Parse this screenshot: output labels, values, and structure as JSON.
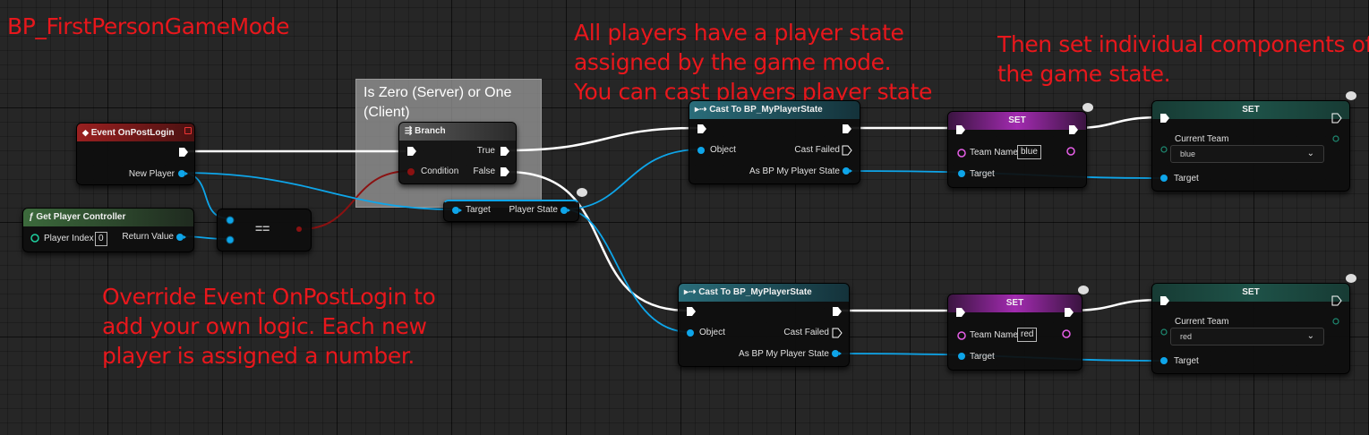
{
  "blueprint_title": "BP_FirstPersonGameMode",
  "annotations": {
    "top_center": "All players have a player state\nassigned by the game mode.\nYou can cast players player state",
    "top_right": "Then set individual components of\nthe game state.",
    "bottom_left": "Override Event OnPostLogin to\nadd your own logic. Each new\nplayer is assigned a number."
  },
  "comment_box": {
    "title": "Is Zero (Server) or One\n(Client)"
  },
  "nodes": {
    "event": {
      "title": "Event OnPostLogin",
      "new_player": "New Player"
    },
    "get_pc": {
      "title": "Get Player Controller",
      "player_index": "Player Index",
      "player_index_value": "0",
      "return_value": "Return Value"
    },
    "equals": {
      "label": "=="
    },
    "branch": {
      "title": "Branch",
      "condition": "Condition",
      "true": "True",
      "false": "False"
    },
    "player_state": {
      "target": "Target",
      "output": "Player State"
    },
    "cast_top": {
      "title": "Cast To BP_MyPlayerState",
      "object": "Object",
      "cast_failed": "Cast Failed",
      "output": "As BP My Player State"
    },
    "cast_bottom": {
      "title": "Cast To BP_MyPlayerState",
      "object": "Object",
      "cast_failed": "Cast Failed",
      "output": "As BP My Player State"
    },
    "set_team_name_top": {
      "title": "SET",
      "field": "Team Name",
      "value": "blue",
      "target": "Target"
    },
    "set_team_name_bottom": {
      "title": "SET",
      "field": "Team Name",
      "value": "red",
      "target": "Target"
    },
    "set_current_team_top": {
      "title": "SET",
      "field": "Current Team",
      "value": "blue",
      "target": "Target"
    },
    "set_current_team_bottom": {
      "title": "SET",
      "field": "Current Team",
      "value": "red",
      "target": "Target"
    }
  },
  "colors": {
    "annotation": "#e8171c",
    "exec_wire": "#ffffff",
    "object_wire": "#0ea5e9",
    "bool_wire": "#8b1111",
    "event_header": "#8a1d1d",
    "function_header": "#2f4f2f",
    "cast_header": "#1d4650",
    "set_header": "#a22bb0",
    "set_struct_header": "#1e5248",
    "string_pin": "#e75fe8"
  }
}
